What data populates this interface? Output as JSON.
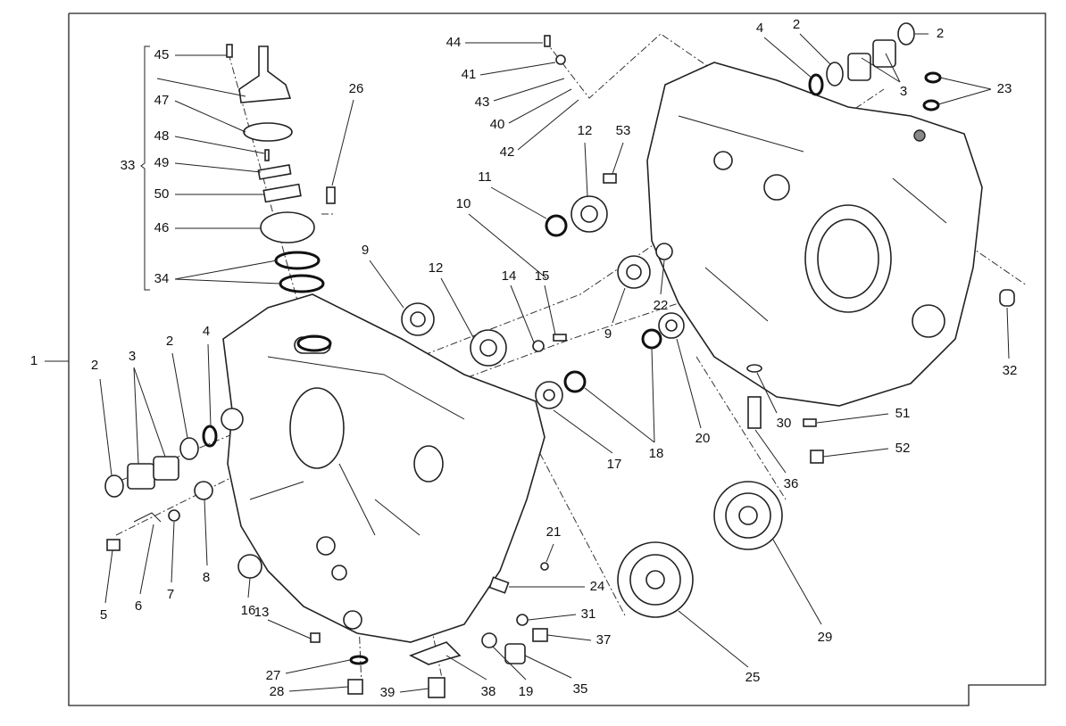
{
  "diagram": {
    "assembly_label": "1",
    "callouts": [
      "45",
      "47",
      "48",
      "49",
      "50",
      "46",
      "34",
      "33",
      "26",
      "44",
      "41",
      "43",
      "40",
      "42",
      "12",
      "53",
      "11",
      "10",
      "4",
      "2",
      "2",
      "3",
      "23",
      "9",
      "12",
      "14",
      "15",
      "9",
      "22",
      "20",
      "18",
      "17",
      "32",
      "51",
      "52",
      "30",
      "36",
      "2",
      "3",
      "2",
      "4",
      "5",
      "6",
      "7",
      "8",
      "16",
      "13",
      "27",
      "28",
      "39",
      "38",
      "19",
      "35",
      "37",
      "31",
      "24",
      "21",
      "25",
      "29"
    ]
  }
}
